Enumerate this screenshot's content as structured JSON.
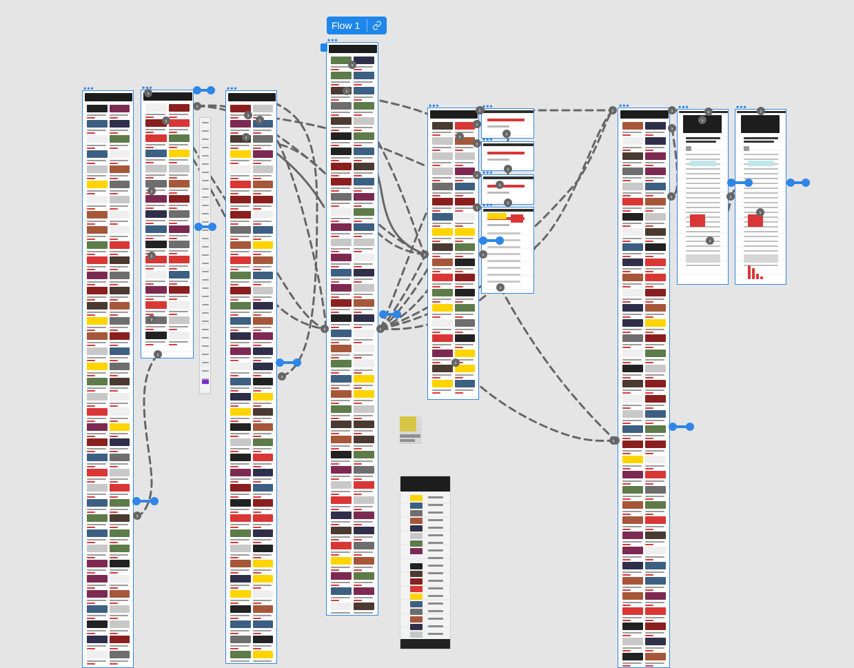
{
  "flow": {
    "label": "Flow 1"
  },
  "icons": {
    "link": "link-icon",
    "connector": "chevron-connector-icon",
    "handle": "connection-handle-icon",
    "frame_menu": "more-dots-icon"
  },
  "colors": {
    "canvas": "#e5e5e5",
    "accent": "#1f86ea",
    "connector": "#666666",
    "news_red": "#d93636",
    "dark": "#1d1d1d",
    "yellow": "#ffd400"
  },
  "frames": [
    {
      "id": "home-left",
      "type": "page"
    },
    {
      "id": "article-long",
      "type": "page"
    },
    {
      "id": "article-narrow",
      "type": "page"
    },
    {
      "id": "category-grid",
      "type": "page"
    },
    {
      "id": "flow-home",
      "type": "page"
    },
    {
      "id": "mid-grid",
      "type": "page"
    },
    {
      "id": "popup-1",
      "type": "overlay"
    },
    {
      "id": "popup-2",
      "type": "overlay"
    },
    {
      "id": "popup-3",
      "type": "overlay"
    },
    {
      "id": "popup-4",
      "type": "overlay"
    },
    {
      "id": "right-feed",
      "type": "page"
    },
    {
      "id": "article-a",
      "type": "page"
    },
    {
      "id": "article-b",
      "type": "page"
    },
    {
      "id": "small-thumb",
      "type": "page"
    },
    {
      "id": "dark-page",
      "type": "page"
    }
  ]
}
